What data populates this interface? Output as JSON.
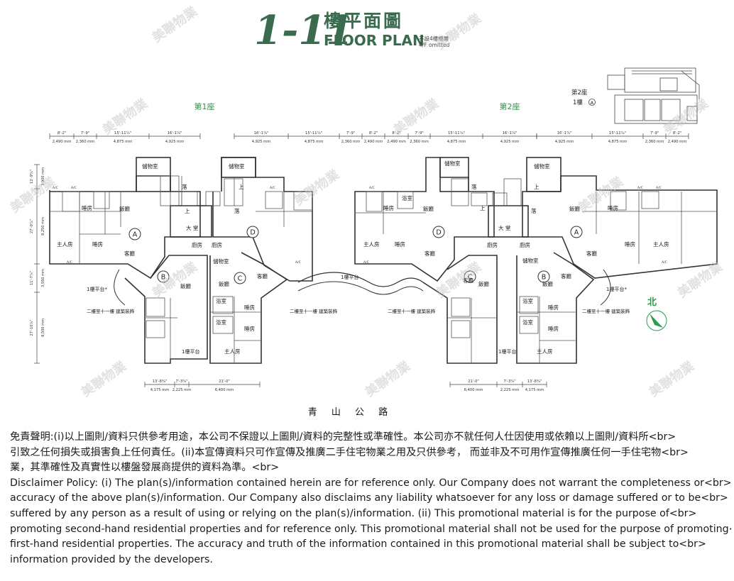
{
  "title": {
    "floors": "1-11",
    "chinese": "樓平面圖",
    "english": "FLOOR PLAN",
    "note_zh": "不設4樓樓層",
    "note_en": "4/F omitted"
  },
  "blocks": {
    "block1": "第1座",
    "block2": "第2座"
  },
  "key_plan": {
    "label1": "第2座",
    "label2": "1樓",
    "circle": "A"
  },
  "dims_top_left": {
    "imperial": [
      "8'-2\"",
      "7'-9\"",
      "15'-11⁷⁄₈\"",
      "16'-1⁷⁄₈\""
    ],
    "metric": [
      "2,490 mm",
      "2,360 mm",
      "4,875 mm",
      "4,925 mm"
    ]
  },
  "dims_top_mid": {
    "imperial": [
      "16'-1⁷⁄₈\"",
      "15'-11⁷⁄₈\"",
      "7'-9\"",
      "8'-2\"",
      "8'-2\"",
      "7'-9\"",
      "15'-11⁷⁄₈\"",
      "16'-1⁷⁄₈\""
    ],
    "metric": [
      "4,925 mm",
      "4,875 mm",
      "2,360 mm",
      "2,490 mm",
      "2,490 mm",
      "2,360 mm",
      "4,875 mm",
      "4,925 mm"
    ]
  },
  "dims_top_right": {
    "imperial": [
      "16'-1⁷⁄₈\"",
      "15'-11⁷⁄₈\"",
      "7'-9\"",
      "8'-2\""
    ],
    "metric": [
      "4,925 mm",
      "4,875 mm",
      "2,360 mm",
      "2,490 mm"
    ]
  },
  "dims_left": {
    "imperial": [
      "12'-9⁵⁄₈\"",
      "27'-0⁷⁄₈\"",
      "11'-7⁷⁄₈\"",
      "27'-10⁷⁄₈\""
    ],
    "metric": [
      "3,900 mm",
      "8,250 mm",
      "3,550 mm",
      "8,500 mm"
    ]
  },
  "dims_bottom": {
    "imperial": [
      "13'-8³⁄₈\"",
      "7'-3⁵⁄₈\"",
      "21'-0\"",
      "21'-0\"",
      "7'-3⁵⁄₈\"",
      "13'-8³⁄₈\""
    ],
    "metric": [
      "4,175 mm",
      "2,225 mm",
      "6,400 mm",
      "6,400 mm",
      "2,225 mm",
      "4,175 mm"
    ]
  },
  "units": [
    "A",
    "B",
    "C",
    "D",
    "D",
    "C",
    "B",
    "A"
  ],
  "rooms": {
    "bedroom": "睡房",
    "master": "主人房",
    "dining": "飯廳",
    "living": "客廳",
    "kitchen": "廚房",
    "storeroom": "儲物室",
    "bathroom": "浴室",
    "lobby": "大 堂",
    "up": "上",
    "down": "落",
    "ac": "A/C"
  },
  "labels": {
    "terrace_1f": "1樓平台",
    "terrace_1f_star": "1樓平台*",
    "bay_window": "二樓至十一樓 建築裝飾",
    "road": "青 山 公 路",
    "north": "北"
  },
  "watermark": "美聯物業",
  "disclaimer": [
    "免責聲明:(i)以上圖則/資料只供參考用途，本公司不保證以上圖則/資料的完整性或準確性。本公司亦不就任何人仕因使用或依賴以上圖則/資料所<br>",
    "引致之任何損失或損害負上任何責任。(ii)本宣傳資料只可作宣傳及推廣二手住宅物業之用及只供參考， 而並非及不可用作宣傳推廣任何一手住宅物<br>",
    "業，其準確性及真實性以樓盤發展商提供的資料為準。<br>",
    "Disclaimer Policy: (i) The plan(s)/information contained herein are for reference only. Our Company does not warrant the completeness or<br>",
    "accuracy of the above plan(s)/information. Our Company also disclaims any liability whatsoever for any loss or damage suffered or to be<br>",
    "suffered by any person as a result of using or relying on the plan(s)/information. (ii) This promotional material is for the purpose of<br>",
    "promoting second-hand residential properties and for reference only. This promotional material shall not be used for the purpose of promoting<br>",
    "first-hand residential properties. The accuracy and truth of the information contained in this promotional material shall be subject to<br>",
    "information provided by the developers."
  ],
  "colors": {
    "title_green": "#3a6b4e",
    "block_label_green": "#3c8a52",
    "line": "#333333",
    "watermark": "#c8c8c8",
    "north_green": "#2e9b50"
  }
}
